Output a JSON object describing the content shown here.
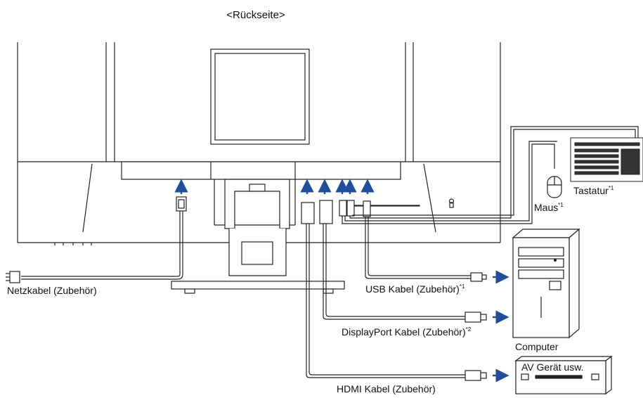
{
  "diagram": {
    "heading": "<Rückseite>",
    "labels": {
      "power_cable": "Netzkabel (Zubehör)",
      "usb_cable": "USB Kabel (Zubehör)",
      "usb_note": "*1",
      "displayport_cable": "DisplayPort Kabel (Zubehör)",
      "displayport_note": "*2",
      "hdmi_cable": "HDMI Kabel (Zubehör)",
      "computer": "Computer",
      "av_device": "AV Gerät usw.",
      "mouse": "Maus",
      "mouse_note": "*1",
      "keyboard": "Tastatur",
      "keyboard_note": "*1"
    },
    "colors": {
      "arrow": "#1f4e9c",
      "line": "#222222",
      "cable": "#555555"
    }
  }
}
